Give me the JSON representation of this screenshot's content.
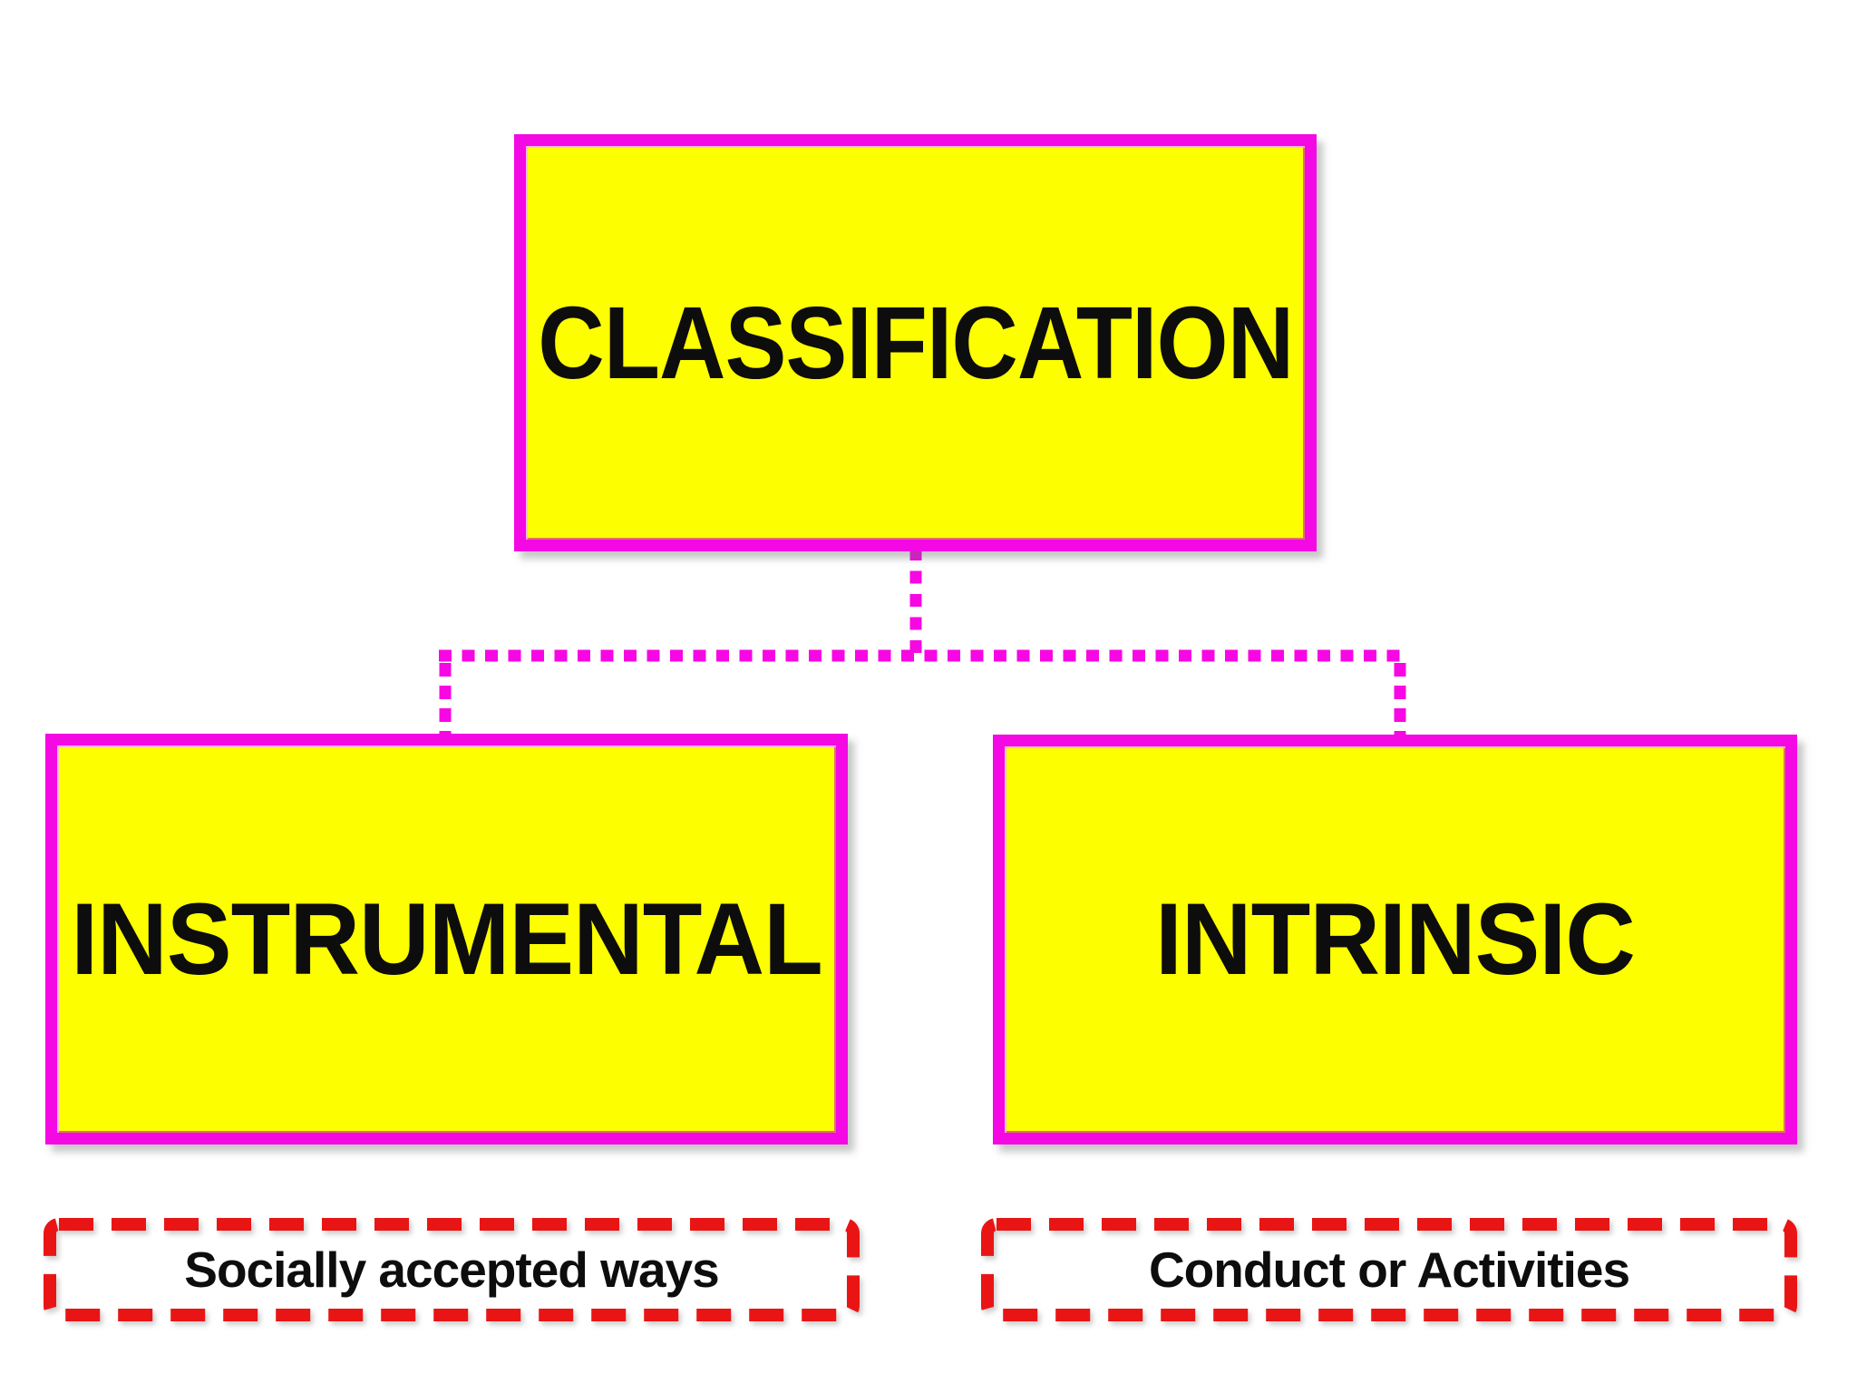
{
  "diagram": {
    "root": {
      "label": "CLASSIFICATION"
    },
    "children": [
      {
        "label": "INSTRUMENTAL",
        "description": "Socially accepted ways"
      },
      {
        "label": "INTRINSIC",
        "description": "Conduct or Activities"
      }
    ],
    "colors": {
      "background": "#ffffff",
      "node_fill": "#fdff00",
      "node_border": "#f408e3",
      "connector": "#f707e3",
      "description_border": "#e91515",
      "text": "#0d0d0d"
    }
  }
}
